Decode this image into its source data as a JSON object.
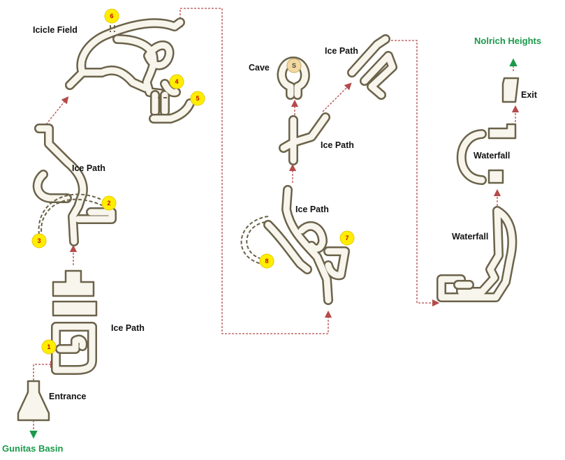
{
  "labels": {
    "icicle_field": "Icicle Field",
    "ice_path_1": "Ice Path",
    "ice_path_2": "Ice Path",
    "ice_path_3": "Ice Path",
    "ice_path_4": "Ice Path",
    "ice_path_5": "Ice Path",
    "cave": "Cave",
    "entrance": "Entrance",
    "waterfall_1": "Waterfall",
    "waterfall_2": "Waterfall",
    "exit": "Exit"
  },
  "destinations": {
    "north": "Nolrich Heights",
    "south": "Gunitas Basin"
  },
  "markers": [
    "1",
    "2",
    "3",
    "4",
    "5",
    "6",
    "7",
    "8"
  ],
  "save_point": "S",
  "colors": {
    "path_outline": "#6b624a",
    "connector": "#b54a4a",
    "destination_text": "#1a9a4a",
    "marker_fill": "#ffee00",
    "marker_text": "#cc0000"
  }
}
